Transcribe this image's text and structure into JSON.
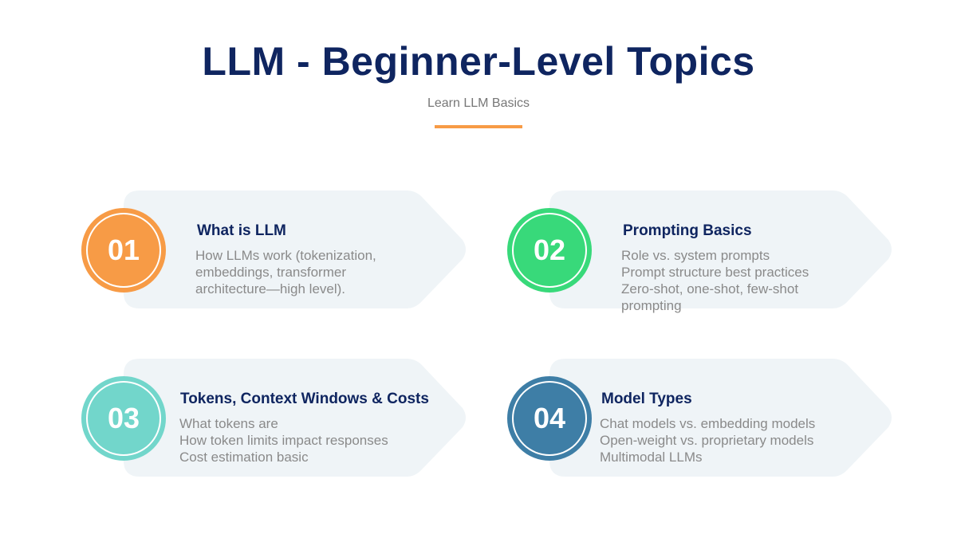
{
  "header": {
    "title": "LLM - Beginner-Level Topics",
    "subtitle": "Learn LLM Basics",
    "accent_color": "#f79b46"
  },
  "colors": {
    "heading": "#0f2560",
    "body_text": "#8a8a8a",
    "card_bg": "#eff4f7"
  },
  "topics": [
    {
      "number": "01",
      "color": "#f79b46",
      "heading": "What is LLM",
      "lines": [
        "How LLMs work (tokenization,",
        "embeddings, transformer",
        "architecture—high level)."
      ]
    },
    {
      "number": "02",
      "color": "#38d97a",
      "heading": "Prompting Basics",
      "lines": [
        "Role vs. system prompts",
        "Prompt structure best practices",
        "Zero-shot, one-shot, few-shot",
        "prompting"
      ]
    },
    {
      "number": "03",
      "color": "#72d6cb",
      "heading": "Tokens, Context Windows & Costs",
      "lines": [
        "What tokens are",
        "How token limits impact responses",
        "Cost estimation basic"
      ]
    },
    {
      "number": "04",
      "color": "#3e7ea6",
      "heading": "Model Types",
      "lines": [
        "Chat models vs. embedding models",
        "Open-weight vs. proprietary models",
        "Multimodal LLMs"
      ]
    }
  ]
}
